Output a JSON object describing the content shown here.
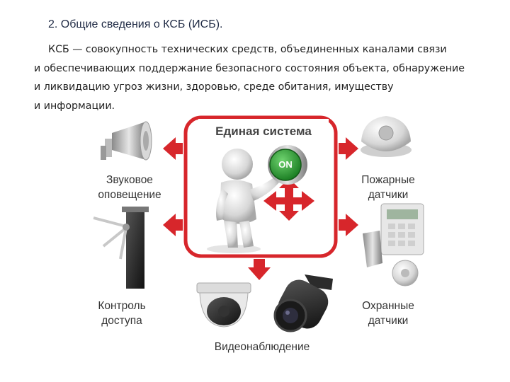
{
  "heading": "2. Общие сведения о КСБ (ИСБ).",
  "paragraph": {
    "line1": "КСБ — совокупность технических средств, объединенных каналами связи",
    "line2": "и обеспечивающих поддержание безопасного состояния объекта, обнаружение",
    "line3": "и ликвидацию угроз жизни, здоровью, среде обитания, имуществу",
    "line4": "и информации."
  },
  "diagram": {
    "center_title": "Единая система",
    "button_label": "ON",
    "left_top_label_1": "Звуковое",
    "left_top_label_2": "оповещение",
    "left_bottom_label_1": "Контроль",
    "left_bottom_label_2": "доступа",
    "right_top_label_1": "Пожарные",
    "right_top_label_2": "датчики",
    "right_bottom_label_1": "Охранные",
    "right_bottom_label_2": "датчики",
    "bottom_label": "Видеонаблюдение"
  },
  "colors": {
    "accent_red": "#d7262b",
    "button_green": "#2e9e35",
    "heading": "#1f2a44"
  }
}
